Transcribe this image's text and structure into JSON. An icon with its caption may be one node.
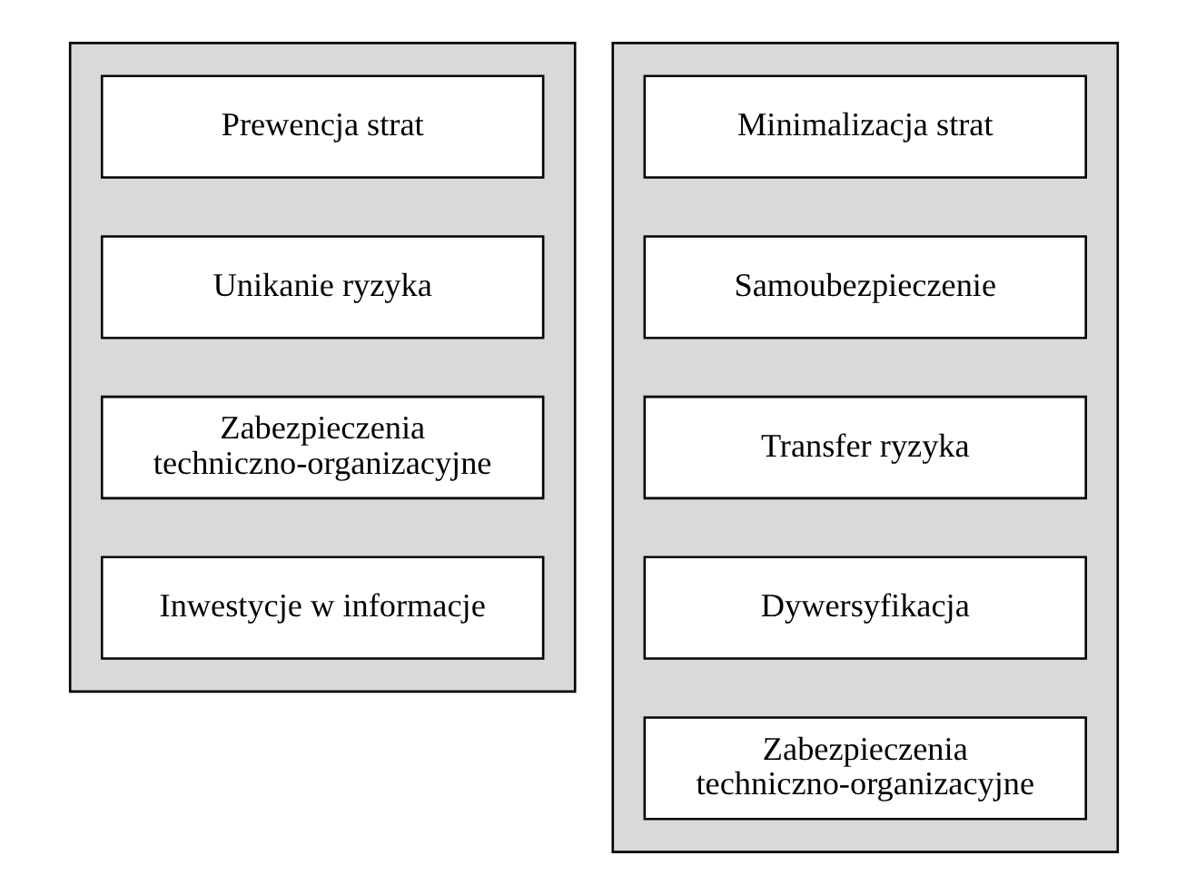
{
  "diagram": {
    "nodes": [
      {
        "text": [],
        "shape": "box"
      },
      {
        "text": [
          "Prewencja strat"
        ],
        "in": 0
      },
      {
        "text": [
          "Unikanie ryzyka"
        ],
        "in": 0
      },
      {
        "text": [
          "Zabezpieczenia techniczno-organizacyjne"
        ],
        "in": 0
      },
      {
        "text": [
          "Inwestycje w informacje"
        ],
        "in": 0
      },
      {
        "text": [],
        "shape": "box"
      },
      {
        "text": [
          "Minimalizacja strat"
        ],
        "in": 5
      },
      {
        "text": [
          "Samoubezpieczenie"
        ],
        "in": 5
      },
      {
        "text": [
          "Transfer ryzyka"
        ],
        "in": 5
      },
      {
        "text": [
          "Dywersyfikacja"
        ],
        "in": 5
      },
      {
        "text": [
          "Zabezpieczenia techniczno-organizacyjne"
        ],
        "in": 5
      }
    ],
    "edges": []
  }
}
